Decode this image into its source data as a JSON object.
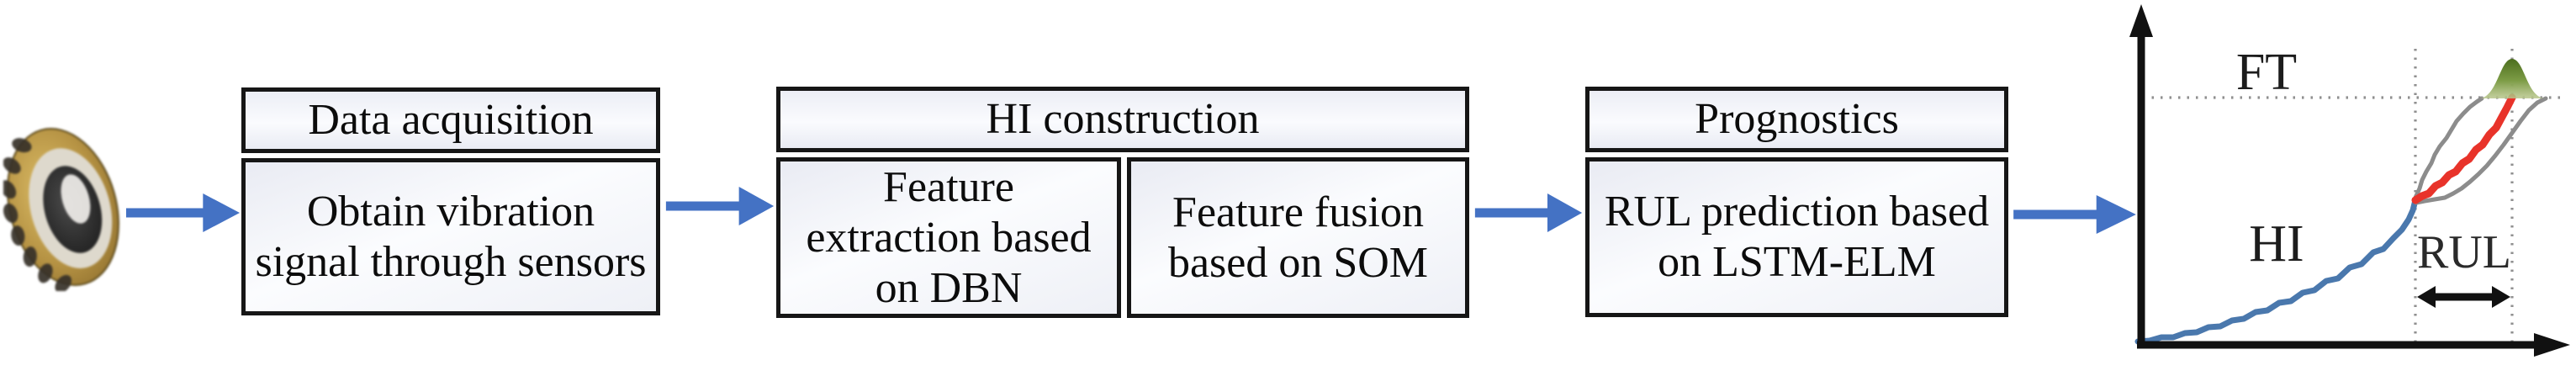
{
  "figure": {
    "bearing_alt": "rolling-bearing photo",
    "steps": [
      {
        "id": "data-acquisition",
        "header": "Data acquisition",
        "body_lines": [
          "Obtain vibration",
          "signal through sensors"
        ]
      },
      {
        "id": "hi-construction",
        "header": "HI construction",
        "cells": [
          {
            "id": "feature-extraction",
            "lines": [
              "Feature",
              "extraction based",
              "on DBN"
            ]
          },
          {
            "id": "feature-fusion",
            "lines": [
              "Feature fusion",
              "based on SOM"
            ]
          }
        ]
      },
      {
        "id": "prognostics",
        "header": "Prognostics",
        "body_lines": [
          "RUL prediction based",
          "on LSTM-ELM"
        ]
      }
    ],
    "colors": {
      "arrow": "#4472c4",
      "border": "#161616",
      "hi_curve": "#4a78ad",
      "prediction_curve": "#e8332a",
      "confidence_bounds": "#8c8c8c",
      "failure_pdf_dark": "#4c6e1e",
      "failure_pdf_light": "#b9c78d",
      "dotted_guides": "#8f8f8f"
    }
  },
  "chart_data": {
    "type": "line",
    "description": "Schematic RUL prognostic sketch: health indicator (HI) rises over time, prediction (red) with confidence bounds fans out after current time, failure-time PDF peak where prediction crosses failure threshold (FT). Axes are unlabeled.",
    "labels": [
      {
        "id": "ft",
        "text": "FT",
        "x": 175,
        "y": 106
      },
      {
        "id": "hi",
        "text": "HI",
        "x": 187,
        "y": 310
      },
      {
        "id": "rul",
        "text": "RUL",
        "x": 410,
        "y": 318
      }
    ],
    "ft_line_y": 116,
    "prediction_start_x": 352,
    "end_of_life_x": 467,
    "axis": {
      "x_origin": 26,
      "y_baseline": 410,
      "x_end": 536,
      "y_top": 6
    },
    "series": [
      {
        "id": "hi",
        "name": "HI (health indicator)",
        "color": "#4a78ad",
        "width": 7,
        "points": [
          [
            22,
            406
          ],
          [
            36,
            405
          ],
          [
            50,
            401
          ],
          [
            64,
            401
          ],
          [
            78,
            396
          ],
          [
            92,
            395
          ],
          [
            106,
            389
          ],
          [
            120,
            388
          ],
          [
            134,
            381
          ],
          [
            148,
            379
          ],
          [
            162,
            371
          ],
          [
            176,
            369
          ],
          [
            190,
            360
          ],
          [
            204,
            358
          ],
          [
            218,
            348
          ],
          [
            232,
            345
          ],
          [
            246,
            334
          ],
          [
            260,
            331
          ],
          [
            274,
            318
          ],
          [
            288,
            314
          ],
          [
            302,
            300
          ],
          [
            314,
            296
          ],
          [
            326,
            283
          ],
          [
            336,
            273
          ],
          [
            344,
            261
          ],
          [
            349,
            250
          ],
          [
            352,
            238
          ]
        ]
      },
      {
        "id": "upper-bound",
        "name": "upper confidence bound",
        "color": "#8c8c8c",
        "width": 5,
        "points": [
          [
            352,
            235
          ],
          [
            357,
            224
          ],
          [
            360,
            214
          ],
          [
            365,
            204
          ],
          [
            371,
            194
          ],
          [
            375,
            184
          ],
          [
            381,
            174
          ],
          [
            389,
            164
          ],
          [
            395,
            154
          ],
          [
            401,
            144
          ],
          [
            409,
            135
          ],
          [
            417,
            127
          ],
          [
            425,
            121
          ],
          [
            431,
            117
          ]
        ]
      },
      {
        "id": "lower-bound",
        "name": "lower confidence bound",
        "color": "#8c8c8c",
        "width": 5,
        "points": [
          [
            353,
            241
          ],
          [
            363,
            239
          ],
          [
            375,
            237
          ],
          [
            387,
            235
          ],
          [
            397,
            230
          ],
          [
            407,
            224
          ],
          [
            417,
            216
          ],
          [
            427,
            207
          ],
          [
            437,
            197
          ],
          [
            447,
            185
          ],
          [
            457,
            172
          ],
          [
            467,
            158
          ],
          [
            477,
            144
          ],
          [
            487,
            131
          ],
          [
            497,
            122
          ],
          [
            507,
            117
          ]
        ]
      },
      {
        "id": "prediction",
        "name": "RUL prediction (mean)",
        "color": "#e8332a",
        "width": 9,
        "points": [
          [
            352,
            238
          ],
          [
            360,
            233
          ],
          [
            368,
            230
          ],
          [
            376,
            221
          ],
          [
            384,
            217
          ],
          [
            392,
            208
          ],
          [
            400,
            204
          ],
          [
            408,
            194
          ],
          [
            416,
            189
          ],
          [
            424,
            178
          ],
          [
            432,
            172
          ],
          [
            440,
            160
          ],
          [
            448,
            152
          ],
          [
            455,
            139
          ],
          [
            461,
            128
          ],
          [
            467,
            116
          ]
        ]
      }
    ],
    "peak": {
      "id": "failure-time-pdf",
      "cx": 467,
      "base_y": 117,
      "top_y": 70,
      "half_width": 38
    }
  }
}
